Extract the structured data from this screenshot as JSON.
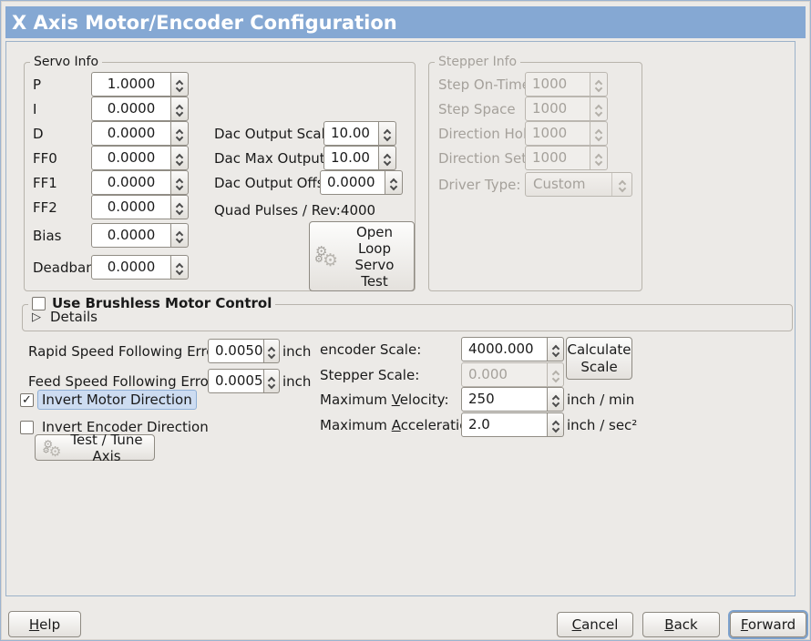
{
  "titlebar": {
    "title": "X Axis Motor/Encoder Configuration"
  },
  "colors": {
    "titlebar_bg": "#85a8d3",
    "window_bg": "#eceae7",
    "focus_ring": "#7da2ce",
    "highlight_bg": "#cddcf1"
  },
  "icons": {
    "gear": "⚙",
    "expander": "▷",
    "check": "✓"
  },
  "servo_info": {
    "legend": "Servo Info",
    "rows": [
      {
        "label": "P",
        "value": "1.0000"
      },
      {
        "label": "I",
        "value": "0.0000"
      },
      {
        "label": "D",
        "value": "0.0000"
      },
      {
        "label": "FF0",
        "value": "0.0000"
      },
      {
        "label": "FF1",
        "value": "0.0000"
      },
      {
        "label": "FF2",
        "value": "0.0000"
      },
      {
        "label": "Bias",
        "value": "0.0000"
      },
      {
        "label": "Deadband",
        "value": "0.0000"
      }
    ]
  },
  "dac": {
    "scale_label": "Dac Output Scale:",
    "scale_value": "10.00",
    "max_label": "Dac Max Output:",
    "max_value": "10.00",
    "offset_label": "Dac Output Offset:",
    "offset_value": "0.0000",
    "quad_label": "Quad Pulses / Rev:",
    "quad_value": "4000",
    "open_loop_label": "Open Loop Servo Test"
  },
  "stepper_info": {
    "legend": "Stepper Info",
    "rows": [
      {
        "label": "Step On-Time",
        "value": "1000"
      },
      {
        "label": "Step Space",
        "value": "1000"
      },
      {
        "label": "Direction Hold",
        "value": "1000"
      },
      {
        "label": "Direction Setup",
        "value": "1000"
      }
    ],
    "driver_type_label": "Driver Type:",
    "driver_type_value": "Custom"
  },
  "brushless": {
    "label": "Use Brushless Motor Control",
    "check": "",
    "details_label": "Details"
  },
  "errors": {
    "rapid_label": "Rapid Speed Following Error:",
    "rapid_value": "0.0050",
    "rapid_unit": "inch",
    "feed_label": "Feed Speed Following Error:",
    "feed_value": "0.0005",
    "feed_unit": "inch"
  },
  "scales": {
    "encoder_label": "encoder Scale:",
    "encoder_value": "4000.000",
    "stepper_label": "Stepper Scale:",
    "stepper_value": "0.000",
    "calculate_label": "Calculate Scale",
    "velocity_label": {
      "pre": "Maximum ",
      "key": "V",
      "post": "elocity:"
    },
    "velocity_value": "250",
    "velocity_unit": "inch / min",
    "accel_label": {
      "pre": "Maximum ",
      "key": "A",
      "post": "cceleration:"
    },
    "accel_value": "2.0",
    "accel_unit": "inch / sec²"
  },
  "direction": {
    "invert_motor_label": "Invert Motor Direction",
    "invert_motor_check": "✓",
    "invert_encoder_label": "Invert Encoder Direction",
    "invert_encoder_check": "",
    "test_tune_label": "Test / Tune Axis"
  },
  "actions": {
    "help": {
      "key": "H",
      "post": "elp"
    },
    "cancel": {
      "key": "C",
      "post": "ancel"
    },
    "back": {
      "key": "B",
      "post": "ack"
    },
    "forward": {
      "key": "F",
      "post": "orward"
    }
  }
}
